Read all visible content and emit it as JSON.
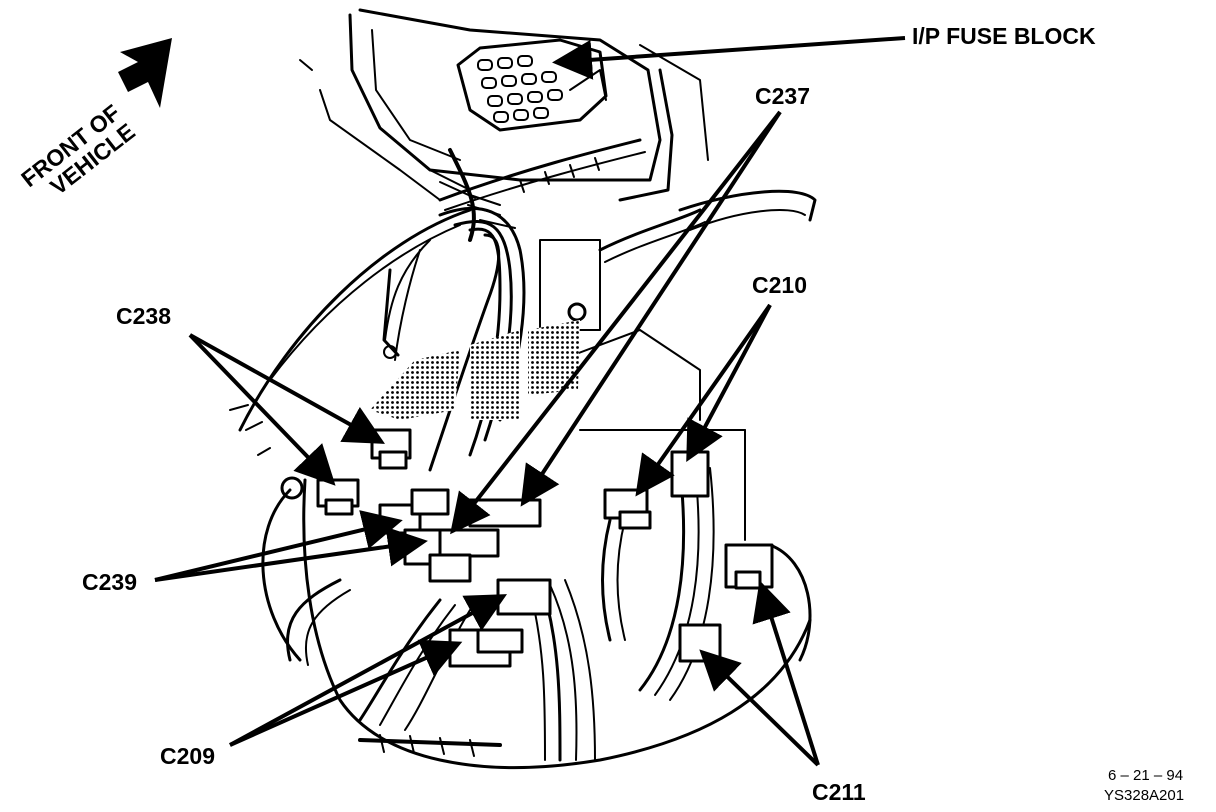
{
  "orientation_label_line1": "FRONT OF",
  "orientation_label_line2": "VEHICLE",
  "callouts": {
    "fuse_block": "I/P FUSE BLOCK",
    "c237": "C237",
    "c238": "C238",
    "c210": "C210",
    "c239": "C239",
    "c209": "C209",
    "c211": "C211"
  },
  "figure_date": "6 – 21 – 94",
  "figure_code": "YS328A201",
  "colors": {
    "ink": "#000000",
    "paper": "#ffffff"
  }
}
